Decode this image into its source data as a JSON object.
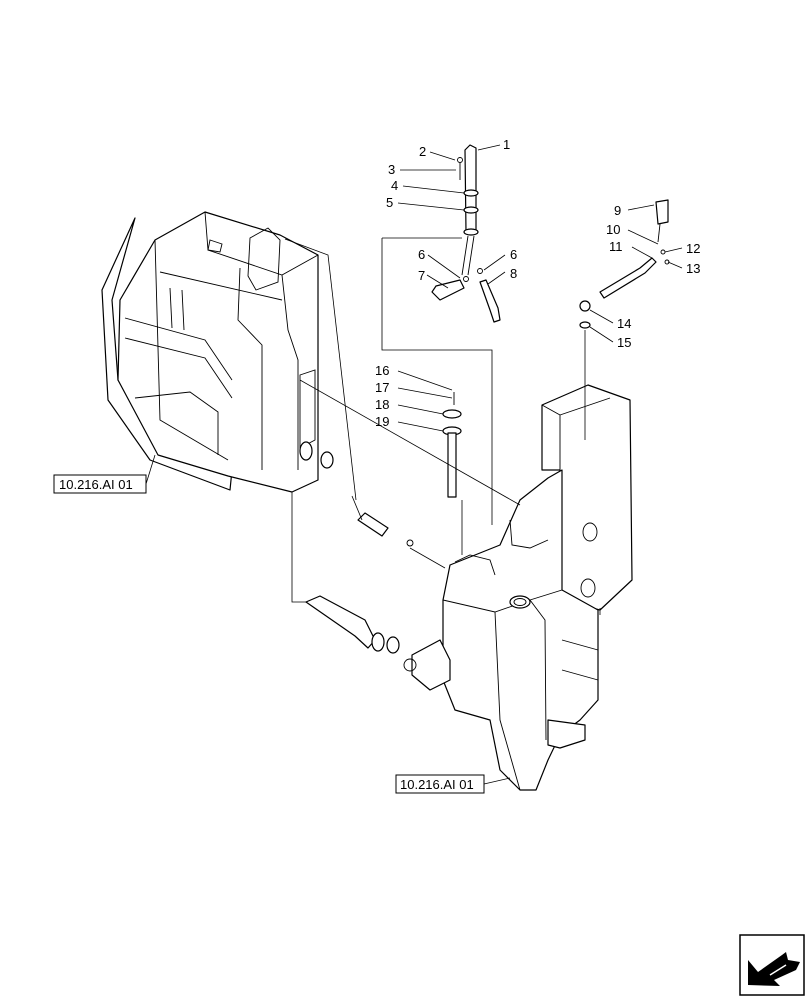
{
  "callouts": [
    {
      "id": "1",
      "text": "1"
    },
    {
      "id": "2",
      "text": "2"
    },
    {
      "id": "3",
      "text": "3"
    },
    {
      "id": "4",
      "text": "4"
    },
    {
      "id": "5",
      "text": "5"
    },
    {
      "id": "6a",
      "text": "6"
    },
    {
      "id": "6b",
      "text": "6"
    },
    {
      "id": "7",
      "text": "7"
    },
    {
      "id": "8",
      "text": "8"
    },
    {
      "id": "9",
      "text": "9"
    },
    {
      "id": "10",
      "text": "10"
    },
    {
      "id": "11",
      "text": "11"
    },
    {
      "id": "12",
      "text": "12"
    },
    {
      "id": "13",
      "text": "13"
    },
    {
      "id": "14",
      "text": "14"
    },
    {
      "id": "15",
      "text": "15"
    },
    {
      "id": "16",
      "text": "16"
    },
    {
      "id": "17",
      "text": "17"
    },
    {
      "id": "18",
      "text": "18"
    },
    {
      "id": "19",
      "text": "19"
    }
  ],
  "references": {
    "left_tank": "10.216.AI 01",
    "right_tank": "10.216.AI 01"
  },
  "icons": {
    "nav_arrow": "next-page-arrow-icon"
  }
}
